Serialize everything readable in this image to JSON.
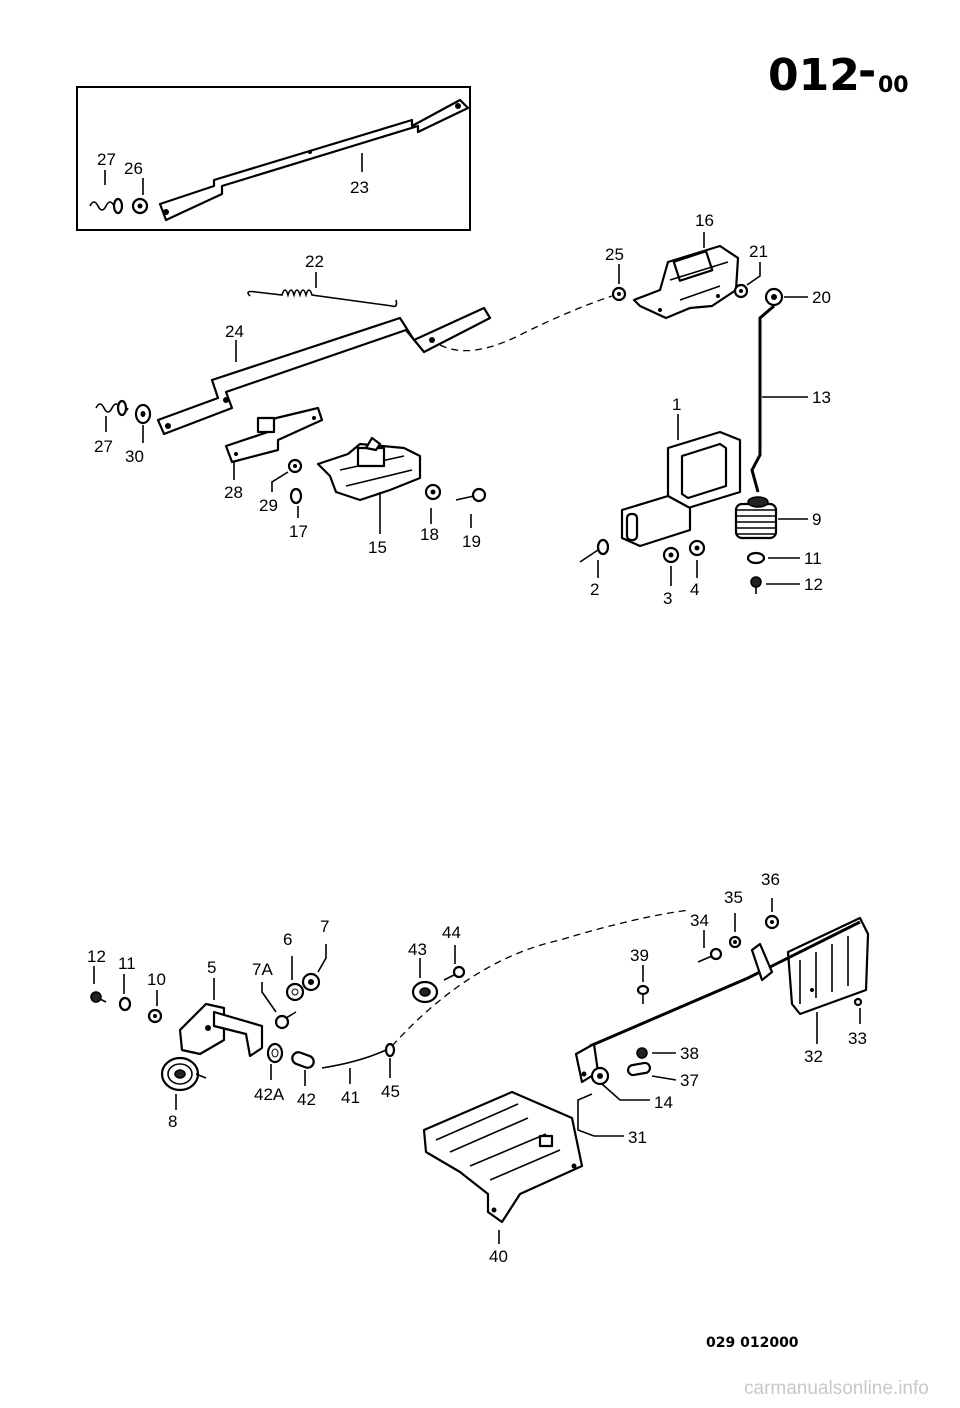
{
  "header": {
    "diagram_number": "012",
    "sub_number": "00"
  },
  "reference_code": "029 012000",
  "watermark": "carmanualsonline.info",
  "callouts": {
    "top_inset": [
      "27",
      "26",
      "23"
    ],
    "upper": [
      "22",
      "24",
      "25",
      "16",
      "21",
      "20",
      "13",
      "1",
      "27",
      "30",
      "28",
      "29",
      "17",
      "15",
      "18",
      "19",
      "9",
      "11",
      "12",
      "2",
      "3",
      "4"
    ],
    "lower": [
      "36",
      "35",
      "34",
      "7",
      "6",
      "44",
      "43",
      "39",
      "12",
      "11",
      "10",
      "5",
      "7A",
      "33",
      "32",
      "38",
      "37",
      "14",
      "42A",
      "42",
      "41",
      "45",
      "8",
      "40",
      "31"
    ]
  }
}
